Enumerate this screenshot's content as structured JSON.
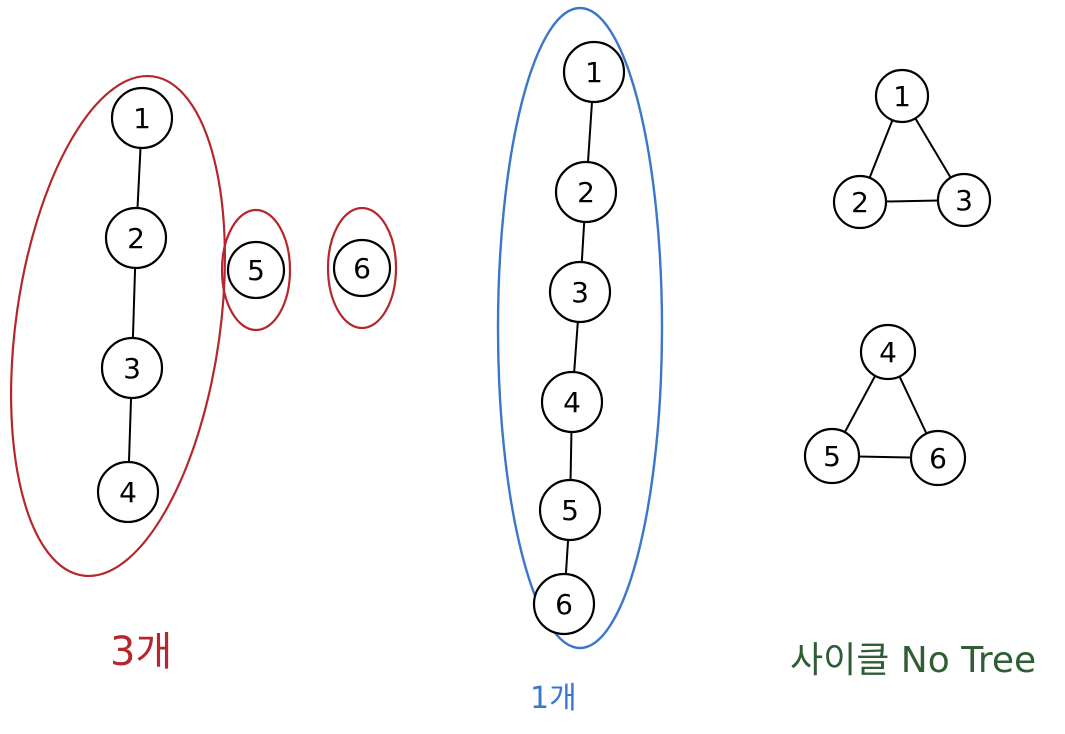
{
  "groups": [
    {
      "id": "forest-three-trees",
      "outline_color": "#b5272d",
      "caption": "3개",
      "chain_a": [
        "1",
        "2",
        "3",
        "4"
      ],
      "isolated": [
        "5",
        "6"
      ]
    },
    {
      "id": "single-tree",
      "outline_color": "#3a76c9",
      "caption": "1개",
      "chain": [
        "1",
        "2",
        "3",
        "4",
        "5",
        "6"
      ]
    },
    {
      "id": "cycle-graph",
      "caption_color": "#2f5e34",
      "caption": "사이클 No Tree",
      "triangle_a": [
        "1",
        "2",
        "3"
      ],
      "triangle_b": [
        "4",
        "5",
        "6"
      ]
    }
  ]
}
